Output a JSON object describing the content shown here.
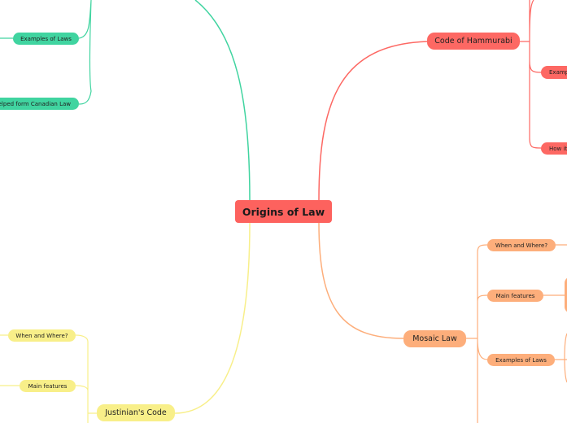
{
  "colors": {
    "root": "#fd625e",
    "hammurabi": "#fd6863",
    "mosaic": "#fdae7b",
    "justinian": "#f8ef89",
    "green": "#40d4a0"
  },
  "root": {
    "label": "Origins of Law"
  },
  "hammurabi": {
    "label": "Code of Hammurabi",
    "children": [
      "Examp",
      "How it"
    ]
  },
  "mosaic": {
    "label": "Mosaic Law",
    "children": [
      "When and Where?",
      "Main features",
      "Examples of Laws"
    ]
  },
  "justinian": {
    "label": "Justinian's Code",
    "children": [
      "When and Where?",
      "Main features"
    ]
  },
  "green": {
    "children": [
      "Examples of Laws",
      "elped form Canadian Law"
    ]
  }
}
